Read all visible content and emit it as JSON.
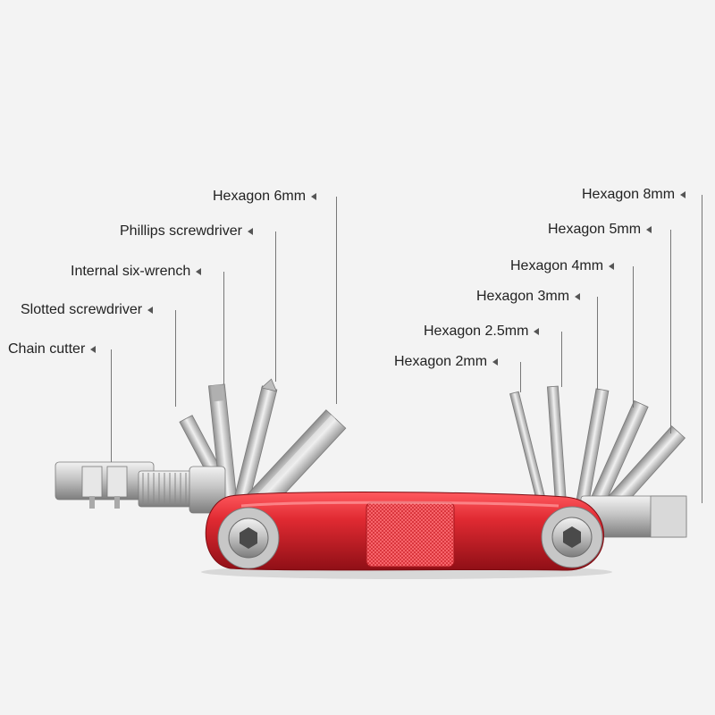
{
  "labels": {
    "hex6": "Hexagon 6mm",
    "phillips": "Phillips screwdriver",
    "internal_six": "Internal six-wrench",
    "slotted": "Slotted screwdriver",
    "chain_cutter": "Chain cutter",
    "hex8": "Hexagon 8mm",
    "hex5": "Hexagon 5mm",
    "hex4": "Hexagon 4mm",
    "hex3": "Hexagon 3mm",
    "hex25": "Hexagon 2.5mm",
    "hex2": "Hexagon 2mm"
  },
  "colors": {
    "body_red": "#d8222b",
    "body_red_dark": "#9e1219",
    "steel": "#c9c9c9",
    "steel_dark": "#8a8a8a",
    "background": "#f3f3f3"
  },
  "icons": {
    "label_pointer": "triangle-left-pointer-icon",
    "bolt": "hex-bolt-icon"
  }
}
